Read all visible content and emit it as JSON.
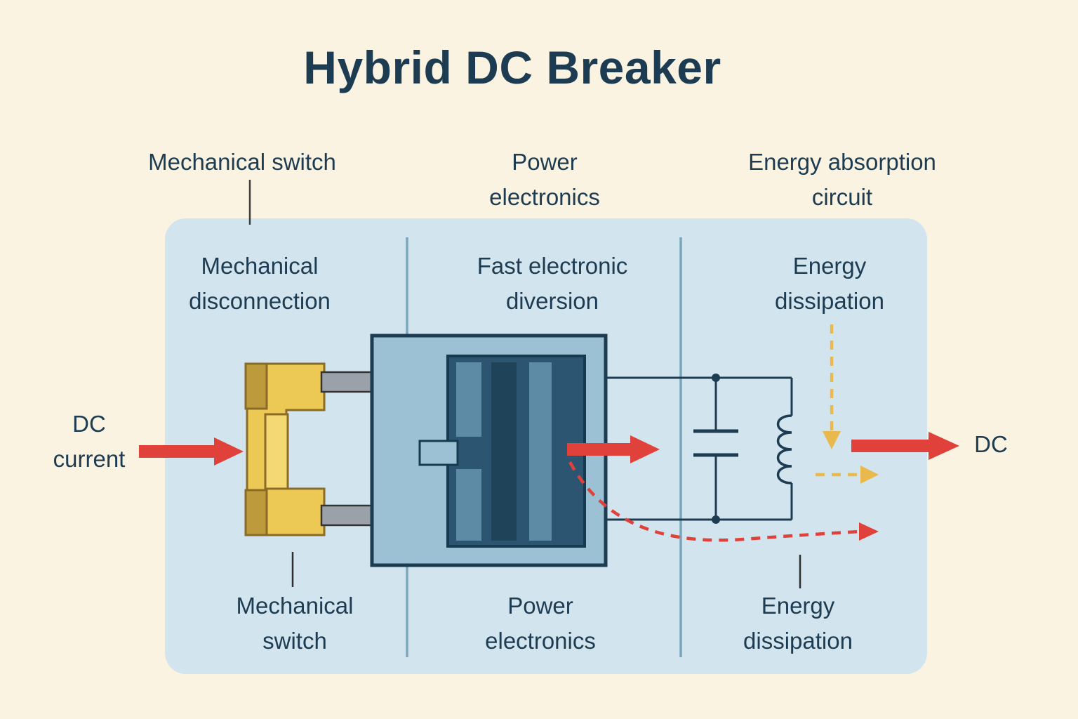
{
  "title": "Hybrid DC Breaker",
  "headers": [
    "Mechanical switch",
    "Power\nelectronics",
    "Energy absorption\ncircuit"
  ],
  "stage_top": [
    "Mechanical\ndisconnection",
    "Fast electronic\ndiversion",
    "Energy\ndissipation"
  ],
  "stage_bottom": [
    "Mechanical\nswitch",
    "Power\nelectronics",
    "Energy\ndissipation"
  ],
  "flow": {
    "input_label": "DC\ncurrent",
    "output_label": "DC"
  },
  "colors": {
    "background": "#faf3e2",
    "panel": "#d2e4ee",
    "text": "#1d3c52",
    "divider": "#7aa5bc",
    "arrow_red": "#e0413a",
    "dashed_yellow": "#e9b94d",
    "switch_yellow": "#ecc854",
    "switch_dark": "#bd9a3c",
    "electronics_light": "#9cc1d5",
    "electronics_dark": "#2c5571"
  }
}
